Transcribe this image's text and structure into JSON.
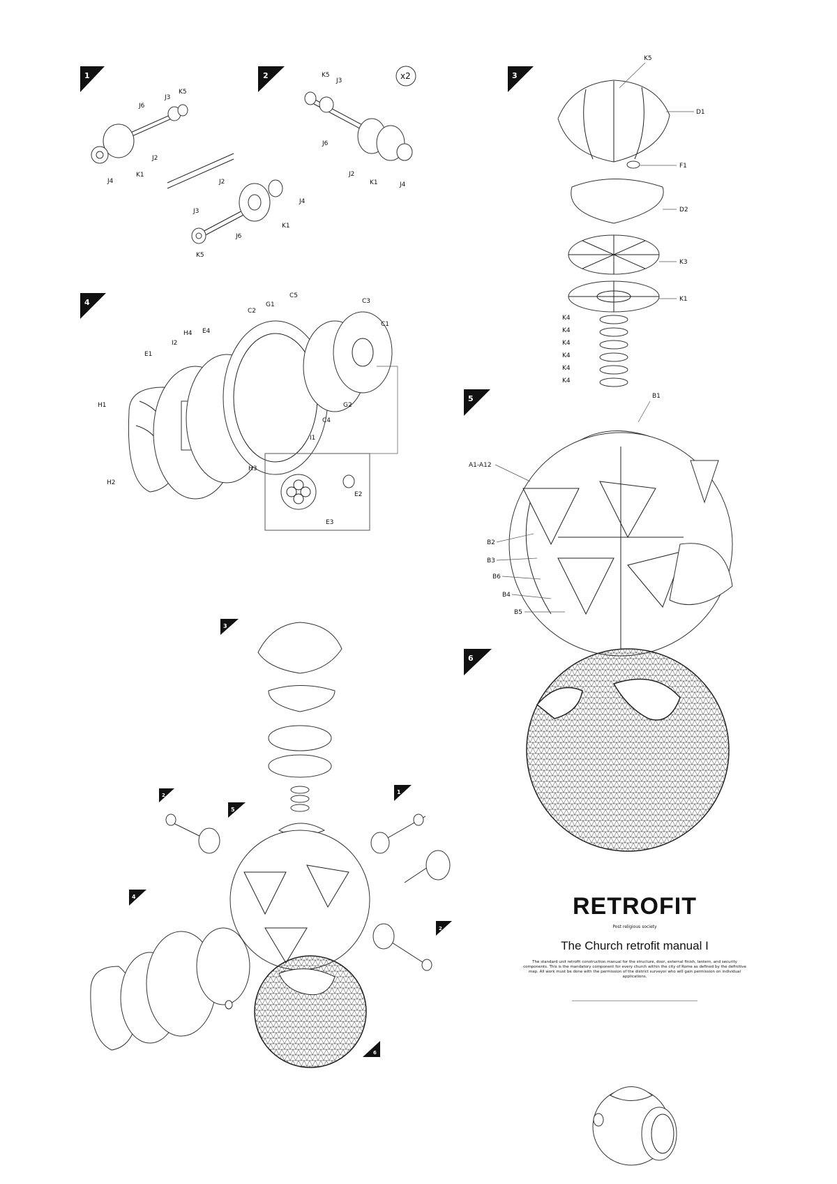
{
  "steps": {
    "s1": {
      "num": "1",
      "labels": [
        "J6",
        "J3",
        "K5",
        "J2",
        "K1",
        "J4",
        "J2",
        "J4",
        "J3",
        "K1",
        "J6",
        "K5"
      ]
    },
    "s2": {
      "num": "2",
      "multiplier": "x2",
      "labels": [
        "K5",
        "J3",
        "J6",
        "J2",
        "K1",
        "J4"
      ]
    },
    "s3": {
      "num": "3",
      "labels": [
        "K5",
        "D1",
        "F1",
        "D2",
        "K3",
        "K1",
        "K4",
        "K4",
        "K4",
        "K4",
        "K4",
        "K4"
      ]
    },
    "s4": {
      "num": "4",
      "labels": [
        "C5",
        "G1",
        "C3",
        "C2",
        "C1",
        "H4",
        "E4",
        "I2",
        "E1",
        "G2",
        "C4",
        "H1",
        "I1",
        "H3",
        "H2",
        "E2",
        "E3"
      ]
    },
    "s5": {
      "num": "5",
      "labels": [
        "B1",
        "A1-A12",
        "B2",
        "B3",
        "B6",
        "B4",
        "B5"
      ]
    },
    "s6": {
      "num": "6"
    }
  },
  "assembly": {
    "tags": [
      "3",
      "2",
      "5",
      "1",
      "4",
      "2",
      "6"
    ]
  },
  "title_block": {
    "title": "RETROFIT",
    "subtitle": "Post religious society",
    "manual": "The Church retrofit manual I",
    "description": "The standard unit retrofit construction manual for the structure, door, external finish, lantern, and security components. This is the mandatory component for every church within the city of Rome as defined by the definitive map. All work must be done with the permission of the district surveyor who will gain permission on individual applications."
  }
}
